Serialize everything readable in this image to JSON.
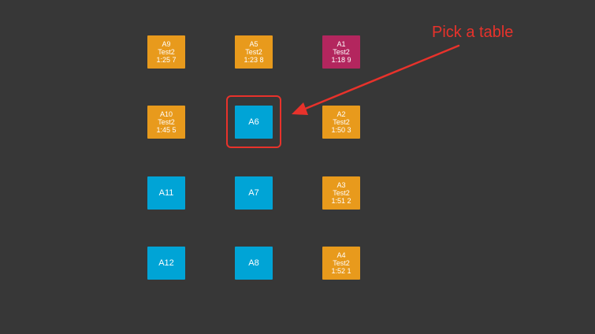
{
  "callout": {
    "text": "Pick a table",
    "color": "#e8322b"
  },
  "colors": {
    "background": "#373737",
    "occupied": "#e89a1c",
    "alert": "#b3265e",
    "available": "#00a4d6",
    "highlight": "#e8322b"
  },
  "tables": {
    "a9": {
      "name": "A9",
      "guest": "Test2",
      "time": "1:25 7",
      "status": "occupied"
    },
    "a5": {
      "name": "A5",
      "guest": "Test2",
      "time": "1:23 8",
      "status": "occupied"
    },
    "a1": {
      "name": "A1",
      "guest": "Test2",
      "time": "1:18 9",
      "status": "alert"
    },
    "a10": {
      "name": "A10",
      "guest": "Test2",
      "time": "1:45 5",
      "status": "occupied"
    },
    "a6": {
      "name": "A6",
      "status": "available",
      "selected": true
    },
    "a2": {
      "name": "A2",
      "guest": "Test2",
      "time": "1:50 3",
      "status": "occupied"
    },
    "a11": {
      "name": "A11",
      "status": "available"
    },
    "a7": {
      "name": "A7",
      "status": "available"
    },
    "a3": {
      "name": "A3",
      "guest": "Test2",
      "time": "1:51 2",
      "status": "occupied"
    },
    "a12": {
      "name": "A12",
      "status": "available"
    },
    "a8": {
      "name": "A8",
      "status": "available"
    },
    "a4": {
      "name": "A4",
      "guest": "Test2",
      "time": "1:52 1",
      "status": "occupied"
    }
  }
}
